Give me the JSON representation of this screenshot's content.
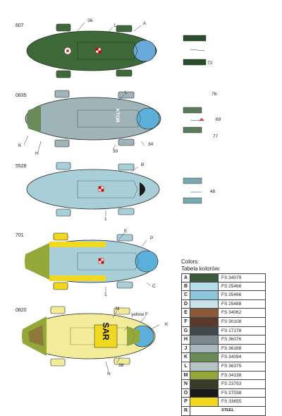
{
  "aircraft": [
    {
      "serial": "607",
      "body": "#3e6a3a",
      "nose": "#6aa8d8"
    },
    {
      "serial": "0835",
      "body": "#9fb4b8",
      "nose": "#5ab0d8"
    },
    {
      "serial": "5528",
      "body": "#a8cfd8",
      "nose": "#1a1a1a"
    },
    {
      "serial": "701",
      "body": "#a8cfd8",
      "nose": "#5ab0d8"
    },
    {
      "serial": "0820",
      "body": "#f2ec9a",
      "nose": "#5ab0d8"
    }
  ],
  "callouts": {
    "a": "A",
    "b": "B",
    "c": "C",
    "e": "E",
    "f": "F",
    "h": "H",
    "k": "K",
    "l": "L",
    "m": "M",
    "n": "N",
    "p": "P",
    "n1": "1",
    "n30": "30",
    "n34": "34",
    "n36": "36",
    "n38": "38",
    "n48": "48",
    "n69": "69",
    "n72": "72",
    "n76": "76",
    "n77": "77",
    "yellow": "yellow"
  },
  "markings": {
    "sar": "SAR",
    "code": "KTOR"
  },
  "legend": {
    "title_line1": "Colors:",
    "title_line2": "Tabela kolorów:",
    "rows": [
      {
        "letter": "A",
        "color": "#3c5a3c",
        "fs": "FS 34079"
      },
      {
        "letter": "B",
        "color": "#b8dce8",
        "fs": "FS 25466"
      },
      {
        "letter": "C",
        "color": "#8ec4dc",
        "fs": "FS 35466"
      },
      {
        "letter": "D",
        "color": "#c8e2ec",
        "fs": "FS 25488"
      },
      {
        "letter": "E",
        "color": "#8a5a3a",
        "fs": "FS 34062"
      },
      {
        "letter": "F",
        "color": "#5a3a2a",
        "fs": "FS 30108"
      },
      {
        "letter": "G",
        "color": "#404a4e",
        "fs": "FS 17178"
      },
      {
        "letter": "H",
        "color": "#7a8a8e",
        "fs": "FS 36076"
      },
      {
        "letter": "J",
        "color": "#a8b8bc",
        "fs": "FS 36188"
      },
      {
        "letter": "K",
        "color": "#6a8a5a",
        "fs": "FS 34094"
      },
      {
        "letter": "L",
        "color": "#b8c4c4",
        "fs": "FS 36375"
      },
      {
        "letter": "M",
        "color": "#94a83a",
        "fs": "FS 34138"
      },
      {
        "letter": "N",
        "color": "#3a3a2a",
        "fs": "FS 23793"
      },
      {
        "letter": "O",
        "color": "#1a1a1a",
        "fs": "FS 27038"
      },
      {
        "letter": "P",
        "color": "#f0d820",
        "fs": "FS 33655"
      },
      {
        "letter": "R",
        "color": "",
        "fs": "",
        "steel": "STEEL"
      }
    ]
  }
}
